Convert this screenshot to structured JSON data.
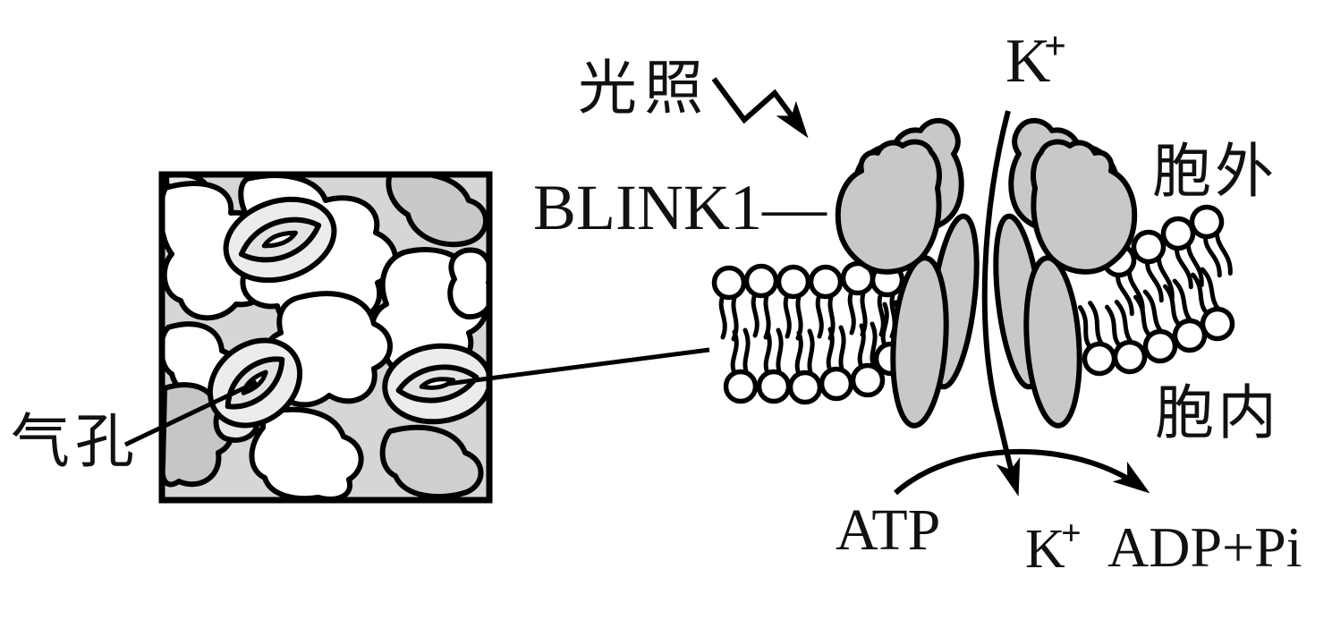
{
  "figure": {
    "labels": {
      "light": "光照",
      "k_top": {
        "base": "K",
        "sup": "+"
      },
      "blink1": "BLINK1—",
      "extracellular": "胞外",
      "intracellular": "胞内",
      "atp": "ATP",
      "k_bottom": {
        "base": "K",
        "sup": "+"
      },
      "adp_pi": "ADP+Pi",
      "stoma": "气孔"
    },
    "colors": {
      "outline": "#000000",
      "protein_fill": "#c8c8c8",
      "micrograph_bg": "#d6d6d6",
      "cell_fill": "#ffffff",
      "cell_fill_light": "#e9e9e9",
      "cell_fill_dark": "#c9c9c9"
    }
  }
}
